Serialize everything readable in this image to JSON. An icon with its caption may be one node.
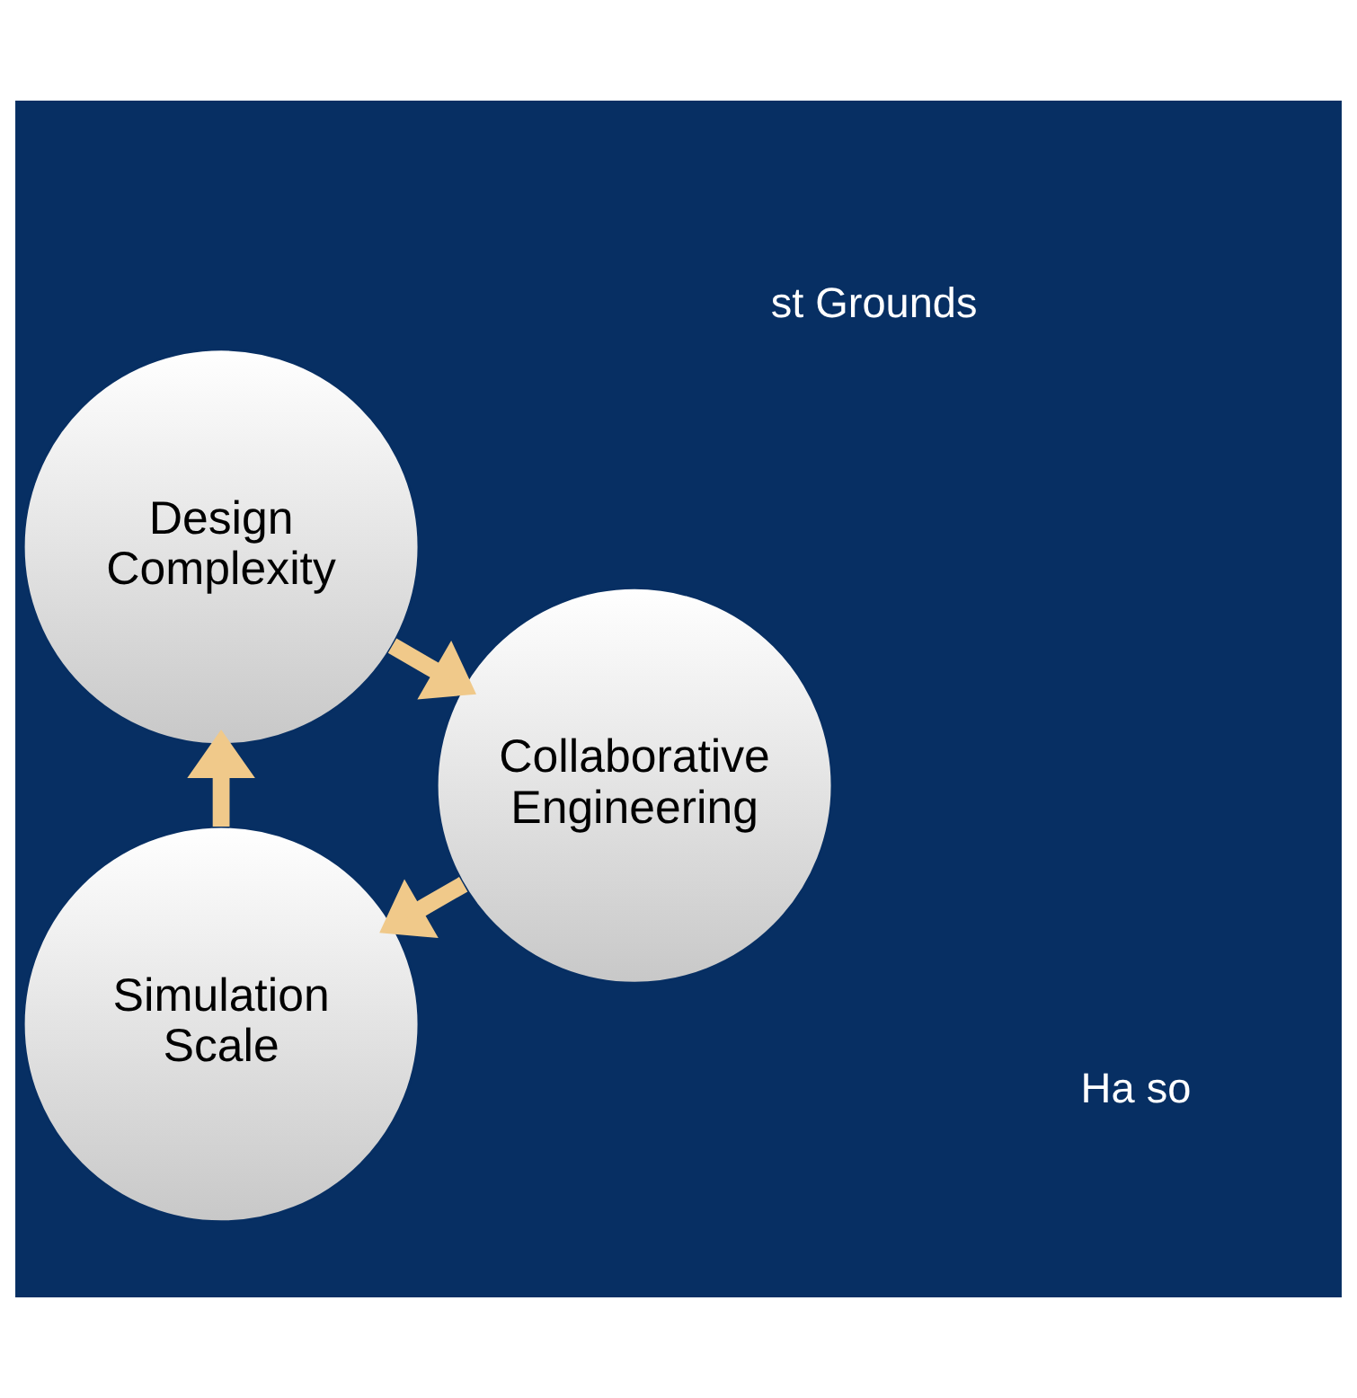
{
  "diagram": {
    "nodes": [
      {
        "text": [
          "Simulation Scale"
        ]
      },
      {
        "text": [
          "Design Complexity"
        ]
      },
      {
        "text": [
          "Collaborative Engineering"
        ]
      }
    ],
    "edges": [
      {
        "from": 0,
        "to": 1,
        "arrow": "to"
      },
      {
        "from": 1,
        "to": 2,
        "arrow": "to"
      },
      {
        "from": 2,
        "to": 0,
        "arrow": "to"
      }
    ],
    "labels": [
      "st Grounds",
      "Ha so"
    ]
  }
}
